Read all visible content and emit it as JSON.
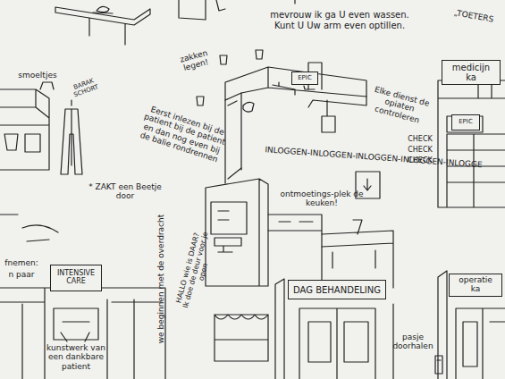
{
  "diagram": {
    "nodes": [
      {
        "text": [
          "medicijn ka"
        ]
      },
      {
        "text": [
          "EPIC"
        ]
      },
      {
        "text": [
          "EPIC"
        ]
      },
      {
        "text": [
          "INTENSIVE CARE"
        ]
      },
      {
        "text": [
          "DAG BEHANDELING"
        ]
      },
      {
        "text": [
          "operatie ka"
        ]
      }
    ],
    "labels": [
      "mevrouw ik ga U even wassen. Kunt U Uw arm even optillen.",
      "zakken legen!",
      "„TOETERS",
      "smoeltjes",
      "BARAK SCHORT",
      "Eerst inlezen bij de patient bij de patient en dan nog even bij de balie rondrennen",
      "Elke dienst de opiaten controleren",
      "CHECK",
      "CHECK",
      "CHECK",
      "INLOGGEN-INLOGGEN-INLOGGEN-INLOGGEN-INLOGGE",
      "* ZAKT een Beetje door",
      "ontmoetings-plek de keuken!",
      "we beginnen met de overdracht",
      "HALLO wie is DAAR? Ik doe de deur voor je open",
      "kunstwerk van een dankbare patient",
      "pasje doorhalen",
      "fnemen:",
      "n paar"
    ]
  }
}
